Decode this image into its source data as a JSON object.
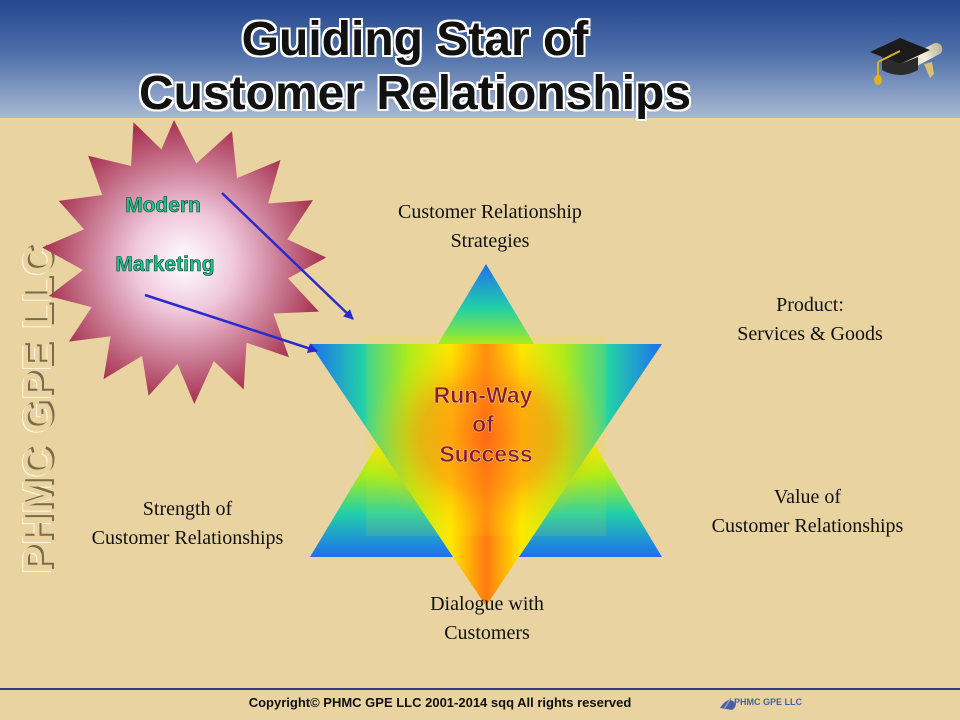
{
  "title": {
    "line1": "Guiding Star of",
    "line2": "Customer Relationships"
  },
  "side_brand": "PHMC GPE LLC",
  "burst": {
    "line1": "Modern",
    "line2": "Marketing"
  },
  "center": {
    "line1": "Run-Way",
    "line2": "of",
    "line3": "Success"
  },
  "labels": {
    "top": {
      "line1": "Customer Relationship",
      "line2": "Strategies"
    },
    "upper_right": {
      "line1": "Product:",
      "line2": "Services & Goods"
    },
    "lower_right": {
      "line1": "Value of",
      "line2": "Customer Relationships"
    },
    "bottom": {
      "line1": "Dialogue with",
      "line2": "Customers"
    },
    "lower_left": {
      "line1": "Strength of",
      "line2": "Customer Relationships"
    }
  },
  "footer": {
    "copyright": "Copyright© PHMC GPE LLC 2001-2014 sqq  All rights reserved",
    "logo_text": "PHMC GPE LLC"
  },
  "icons": {
    "header_icon": "graduation-cap-diploma-icon",
    "footer_logo": "company-logo-icon"
  },
  "colors": {
    "header_top": "#24478e",
    "background": "#e8d3a1",
    "burst": "#a6304e",
    "arrow": "#2b2bcc",
    "center_text": "#8b1a3a",
    "burst_text": "#1fc48c"
  }
}
